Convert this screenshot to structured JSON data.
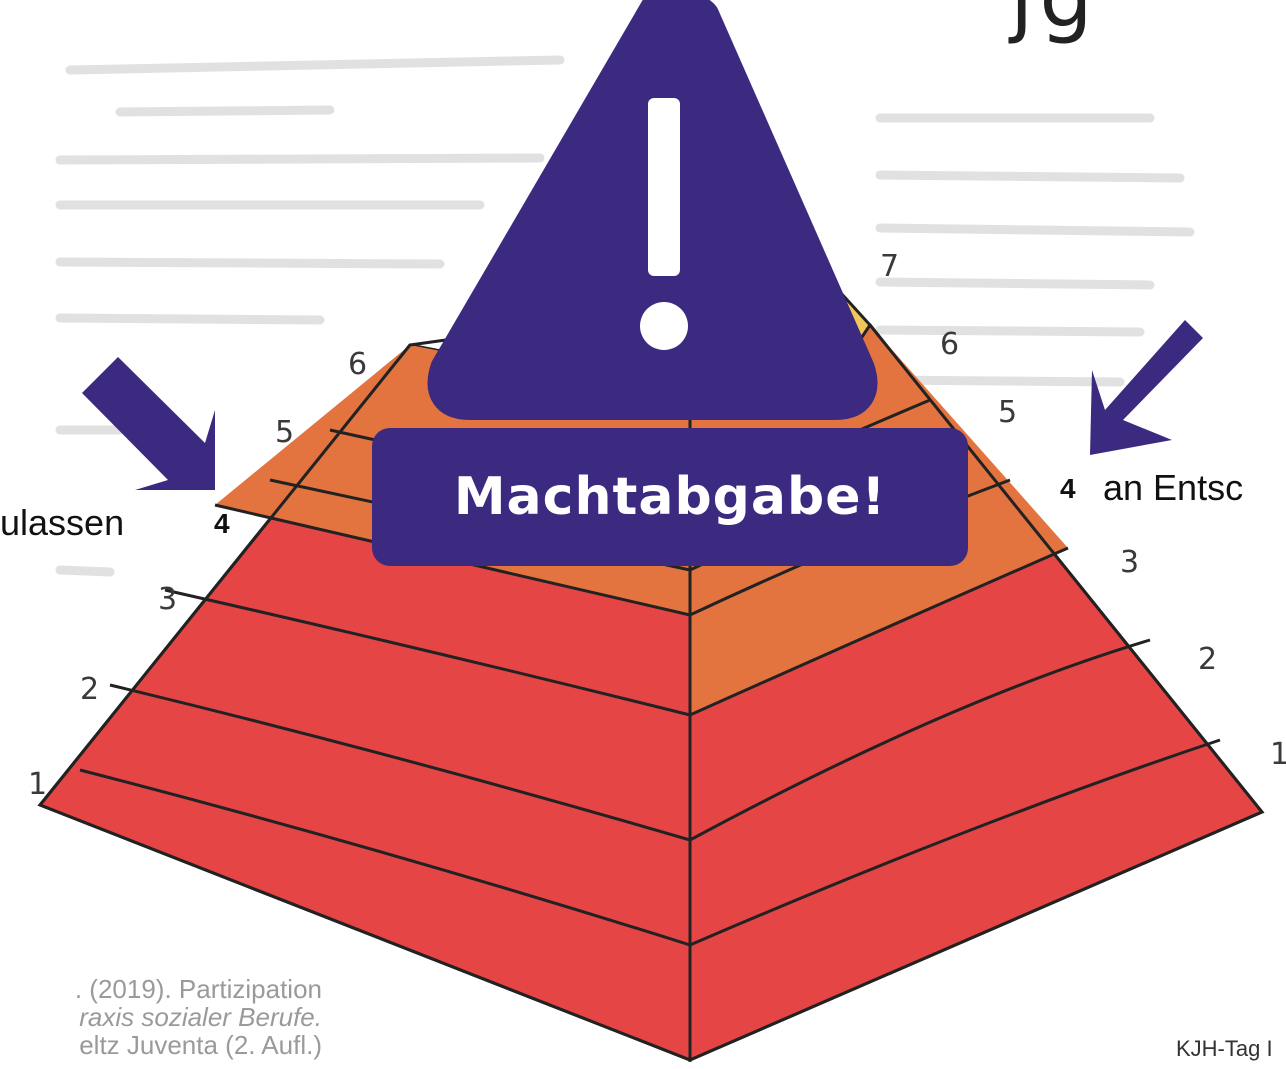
{
  "title_fragment": "jg",
  "warning": {
    "label": "Machtabgabe!",
    "color": "#3b2a80",
    "icon": "warning-triangle-icon"
  },
  "pyramid": {
    "levels_left": [
      "1",
      "2",
      "3",
      "5",
      "6"
    ],
    "levels_right": [
      "1",
      "2",
      "3",
      "5",
      "6",
      "7"
    ],
    "layer_colors": {
      "base": "#e54545",
      "middle": "#e3733f",
      "top": "#f2c75a"
    }
  },
  "left_callout": {
    "text": "ulassen",
    "number": "4"
  },
  "right_callout": {
    "text": "an Entsc",
    "number": "4"
  },
  "citation": {
    "line1": ". (2019). Partizipation",
    "line2": "raxis sozialer Berufe.",
    "line3": "eltz Juventa (2. Aufl.)"
  },
  "footer": "KJH-Tag I"
}
